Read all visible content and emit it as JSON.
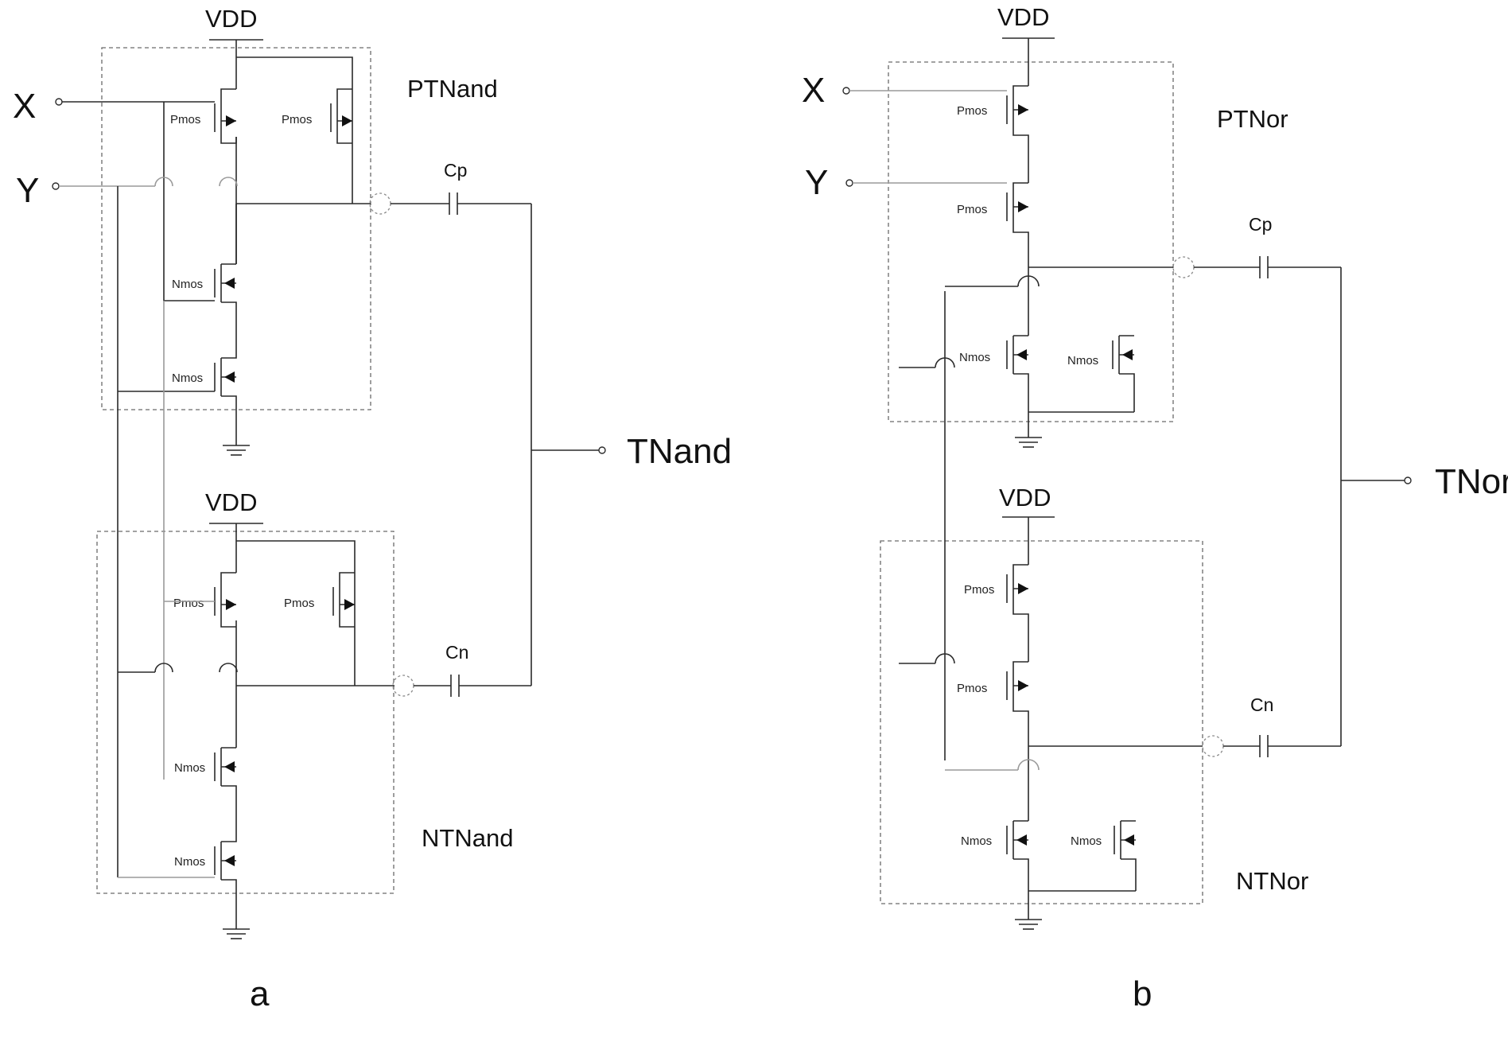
{
  "supply_label": "VDD",
  "mos_labels": {
    "pmos": "Pmos",
    "nmos": "Nmos"
  },
  "diagram_a": {
    "caption": "a",
    "inputs": {
      "x": "X",
      "y": "Y"
    },
    "top_block_label": "PTNand",
    "bottom_block_label": "NTNand",
    "cap_top": "Cp",
    "cap_bottom": "Cn",
    "output": "TNand"
  },
  "diagram_b": {
    "caption": "b",
    "inputs": {
      "x": "X",
      "y": "Y"
    },
    "top_block_label": "PTNor",
    "bottom_block_label": "NTNor",
    "cap_top": "Cp",
    "cap_bottom": "Cn",
    "output": "TNor"
  },
  "colors": {
    "wire": "#2a2a2a",
    "gate_wire": "#9a9a9a",
    "block_border": "#6a6a6a"
  }
}
